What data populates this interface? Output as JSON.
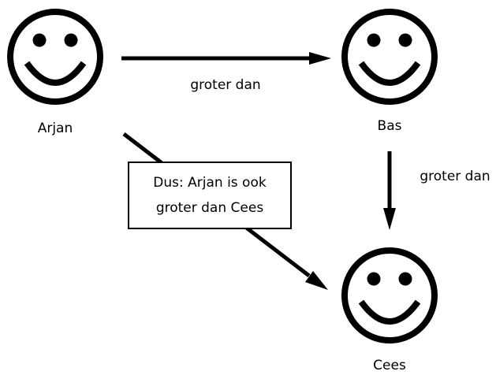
{
  "people": {
    "arjan": "Arjan",
    "bas": "Bas",
    "cees": "Cees"
  },
  "relations": {
    "arjan_bas": "groter dan",
    "bas_cees": "groter dan"
  },
  "conclusion": {
    "line1": "Dus: Arjan is ook",
    "line2": "groter dan Cees"
  }
}
